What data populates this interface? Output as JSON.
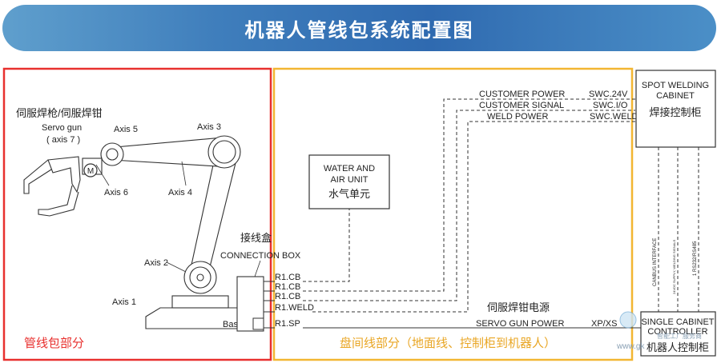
{
  "title": "机器人管线包系统配置图",
  "left_panel_caption": "管线包部分",
  "right_panel_caption": "盘间线部分（地面线、控制柜到机器人）",
  "servo_gun_cn": "伺服焊枪/伺服焊钳",
  "servo_gun_en": "Servo gun",
  "servo_gun_axis": "( axis 7 )",
  "motor_symbol": "M",
  "axes": {
    "axis1": "Axis 1",
    "axis2": "Axis 2",
    "axis3": "Axis 3",
    "axis4": "Axis 4",
    "axis5": "Axis 5",
    "axis6": "Axis 6"
  },
  "base": "Base",
  "connection_box_cn": "接线盒",
  "connection_box_en": "CONNECTION BOX",
  "connectors": [
    "R1.CB",
    "R1.CB",
    "R1.CB",
    "R1.WELD",
    "R1.SP"
  ],
  "water_air_en_1": "WATER AND",
  "water_air_en_2": "AIR UNIT",
  "water_air_cn": "水气单元",
  "lines": {
    "customer_power": "CUSTOMER POWER",
    "customer_signal": "CUSTOMER SIGNAL",
    "weld_power": "WELD POWER",
    "servo_gun_power_cn": "伺服焊钳电源",
    "servo_gun_power": "SERVO GUN POWER"
  },
  "swc": [
    "SWC.24V",
    "SWC.I/O",
    "SWC.WELD"
  ],
  "xp": "XP/XS",
  "spot_cabinet_en_1": "SPOT WELDING",
  "spot_cabinet_en_2": "CABINET",
  "spot_cabinet_cn": "焊接控制柜",
  "vertical_labels": [
    "CANBUS INTERFACE",
    "24VDC SUPPLY, WELDING SIGNALS",
    "1   RS232/RS485"
  ],
  "controller_en_1": "SINGLE CABINET",
  "controller_en_2": "CONTROLLER",
  "controller_cn": "机器人控制柜",
  "watermark_1": "智能工厂服务商",
  "watermark_2": "www.gk"
}
